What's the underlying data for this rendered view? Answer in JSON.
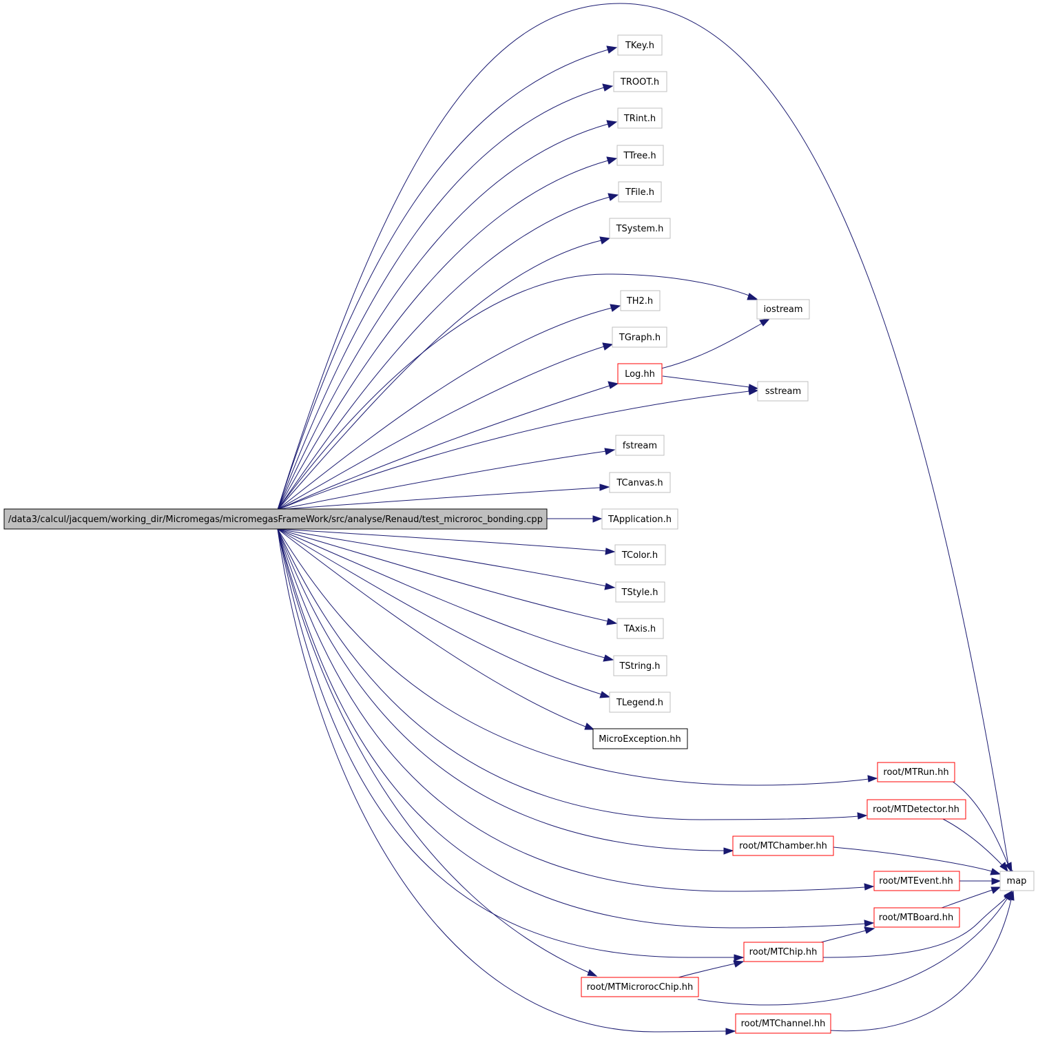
{
  "graph": {
    "colors": {
      "edge": "#191970",
      "root_fill": "#bfbfbf",
      "border_plain": "#bfbfbf",
      "border_documented": "#ff0000",
      "border_main": "#000000"
    },
    "root": {
      "label": "/data3/calcul/jacquem/working_dir/Micromegas/micromegasFrameWork/src/analyse/Renaud/test_microroc_bonding.cpp"
    },
    "nodes": [
      {
        "id": "tkey",
        "label": "TKey.h",
        "kind": "plain"
      },
      {
        "id": "troot",
        "label": "TROOT.h",
        "kind": "plain"
      },
      {
        "id": "trint",
        "label": "TRint.h",
        "kind": "plain"
      },
      {
        "id": "ttree",
        "label": "TTree.h",
        "kind": "plain"
      },
      {
        "id": "tfile",
        "label": "TFile.h",
        "kind": "plain"
      },
      {
        "id": "tsystem",
        "label": "TSystem.h",
        "kind": "plain"
      },
      {
        "id": "th2",
        "label": "TH2.h",
        "kind": "plain"
      },
      {
        "id": "tgraph",
        "label": "TGraph.h",
        "kind": "plain"
      },
      {
        "id": "log",
        "label": "Log.hh",
        "kind": "documented"
      },
      {
        "id": "fstream",
        "label": "fstream",
        "kind": "plain"
      },
      {
        "id": "tcanvas",
        "label": "TCanvas.h",
        "kind": "plain"
      },
      {
        "id": "tapplication",
        "label": "TApplication.h",
        "kind": "plain"
      },
      {
        "id": "tcolor",
        "label": "TColor.h",
        "kind": "plain"
      },
      {
        "id": "tstyle",
        "label": "TStyle.h",
        "kind": "plain"
      },
      {
        "id": "taxis",
        "label": "TAxis.h",
        "kind": "plain"
      },
      {
        "id": "tstring",
        "label": "TString.h",
        "kind": "plain"
      },
      {
        "id": "tlegend",
        "label": "TLegend.h",
        "kind": "plain"
      },
      {
        "id": "microexception",
        "label": "MicroException.hh",
        "kind": "main"
      },
      {
        "id": "iostream",
        "label": "iostream",
        "kind": "plain"
      },
      {
        "id": "sstream",
        "label": "sstream",
        "kind": "plain"
      },
      {
        "id": "mtrun",
        "label": "root/MTRun.hh",
        "kind": "documented"
      },
      {
        "id": "mtdetector",
        "label": "root/MTDetector.hh",
        "kind": "documented"
      },
      {
        "id": "mtchamber",
        "label": "root/MTChamber.hh",
        "kind": "documented"
      },
      {
        "id": "mtevent",
        "label": "root/MTEvent.hh",
        "kind": "documented"
      },
      {
        "id": "mtboard",
        "label": "root/MTBoard.hh",
        "kind": "documented"
      },
      {
        "id": "mtchip",
        "label": "root/MTChip.hh",
        "kind": "documented"
      },
      {
        "id": "mtmicroroc",
        "label": "root/MTMicrorocChip.hh",
        "kind": "documented"
      },
      {
        "id": "mtchannel",
        "label": "root/MTChannel.hh",
        "kind": "documented"
      },
      {
        "id": "map",
        "label": "map",
        "kind": "plain"
      }
    ]
  }
}
